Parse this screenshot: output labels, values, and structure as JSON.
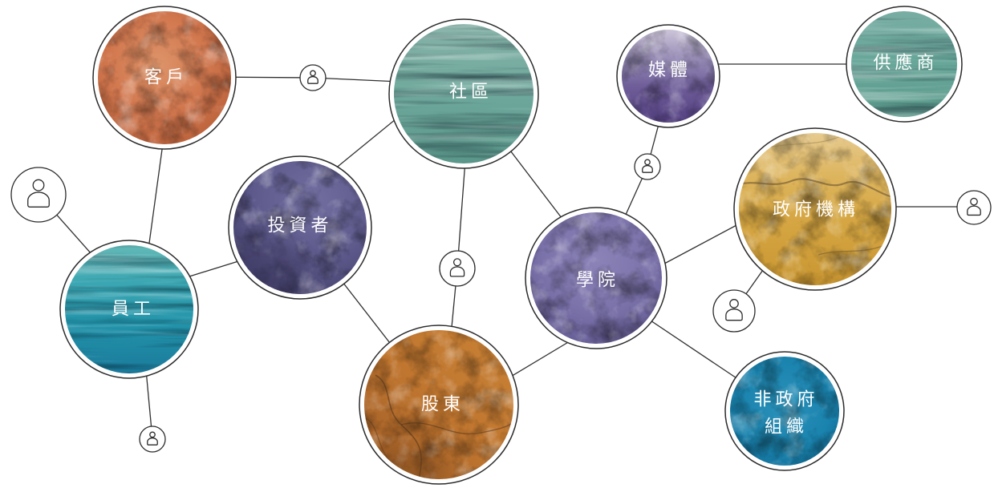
{
  "diagram": {
    "nodes": {
      "customers": {
        "label": "客戶",
        "color": "#d2784f"
      },
      "community": {
        "label": "社區",
        "color": "#6ea89c"
      },
      "media": {
        "label": "媒體",
        "color": "#6f5e99"
      },
      "suppliers": {
        "label": "供應商",
        "color": "#67a699"
      },
      "investors": {
        "label": "投資者",
        "color": "#5e5a8c"
      },
      "government": {
        "label": "政府機構",
        "color": "#d6a744"
      },
      "employees": {
        "label": "員工",
        "color": "#2394aa"
      },
      "academia": {
        "label": "學院",
        "color": "#7b73aa"
      },
      "shareholders": {
        "label": "股東",
        "color": "#c0762f"
      },
      "ngo": {
        "label_lines": [
          "非政府",
          "組織"
        ],
        "color": "#1a83ae"
      }
    },
    "connector_icon": "person-icon",
    "line_color": "#2f2f2f"
  }
}
